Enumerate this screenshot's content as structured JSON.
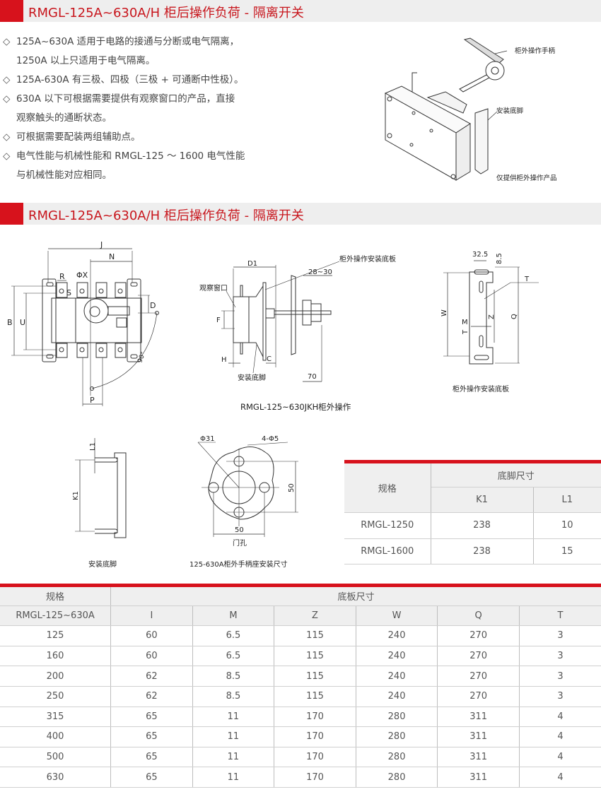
{
  "section1": {
    "title": "RMGL-125A~630A/H 柜后操作负荷 - 隔离开关"
  },
  "features": [
    {
      "lines": [
        "125A~630A 适用于电路的接通与分断或电气隔离，",
        "1250A 以上只适用于电气隔离。"
      ]
    },
    {
      "lines": [
        "125A-630A 有三极、四极（三极 + 可通断中性极）。"
      ]
    },
    {
      "lines": [
        "630A 以下可根据需要提供有观察窗口的产品，直接",
        "观察触头的通断状态。"
      ]
    },
    {
      "lines": [
        "可根据需要配装两组辅助点。"
      ]
    },
    {
      "lines": [
        "电气性能与机械性能和 RMGL-125 ～ 1600 电气性能",
        "与机械性能对应相同。"
      ]
    }
  ],
  "bullet_symbol": "◇",
  "photo": {
    "label_handle": "柜外操作手柄",
    "label_foot": "安装底脚",
    "label_note": "仅提供柜外操作产品"
  },
  "section2": {
    "title": "RMGL-125A~630A/H 柜后操作负荷 - 隔离开关"
  },
  "front_view": {
    "J": "J",
    "N": "N",
    "R": "R",
    "X": "ΦX",
    "S": "S",
    "B": "B",
    "U": "U",
    "D": "D",
    "P": "P",
    "angle": "90°"
  },
  "side_view": {
    "D1": "D1",
    "plate": "柜外操作安装底板",
    "gap": "28~30",
    "window": "观察窗口",
    "F": "F",
    "H": "H",
    "C": "C",
    "foot": "安装底脚",
    "len": "70",
    "caption": "RMGL-125~630JKH柜外操作"
  },
  "mount_plate": {
    "w1": "32.5",
    "h1": "8.5",
    "T": "T",
    "W": "W",
    "Z": "Z",
    "Q": "Q",
    "M": "M",
    "T2": "T",
    "caption": "柜外操作安装底板"
  },
  "foot": {
    "L1": "L1",
    "K1": "K1",
    "caption": "安装底脚"
  },
  "hole": {
    "d1": "Φ31",
    "d2": "4-Φ5",
    "v": "50",
    "h": "50",
    "name": "门孔",
    "caption": "125-630A柜外手柄座安装尺寸"
  },
  "foot_table": {
    "spec": "规格",
    "group": "底脚尺寸",
    "cols": [
      "K1",
      "L1"
    ],
    "rows": [
      [
        "RMGL-1250",
        "238",
        "10"
      ],
      [
        "RMGL-1600",
        "238",
        "15"
      ]
    ]
  },
  "plate_table": {
    "spec": "规格",
    "group": "底板尺寸",
    "model": "RMGL-125~630A",
    "cols": [
      "I",
      "M",
      "Z",
      "W",
      "Q",
      "T"
    ],
    "rows": [
      [
        "125",
        "60",
        "6.5",
        "115",
        "240",
        "270",
        "3"
      ],
      [
        "160",
        "60",
        "6.5",
        "115",
        "240",
        "270",
        "3"
      ],
      [
        "200",
        "62",
        "8.5",
        "115",
        "240",
        "270",
        "3"
      ],
      [
        "250",
        "62",
        "8.5",
        "115",
        "240",
        "270",
        "3"
      ],
      [
        "315",
        "65",
        "11",
        "170",
        "280",
        "311",
        "4"
      ],
      [
        "400",
        "65",
        "11",
        "170",
        "280",
        "311",
        "4"
      ],
      [
        "500",
        "65",
        "11",
        "170",
        "280",
        "311",
        "4"
      ],
      [
        "630",
        "65",
        "11",
        "170",
        "280",
        "311",
        "4"
      ]
    ]
  }
}
